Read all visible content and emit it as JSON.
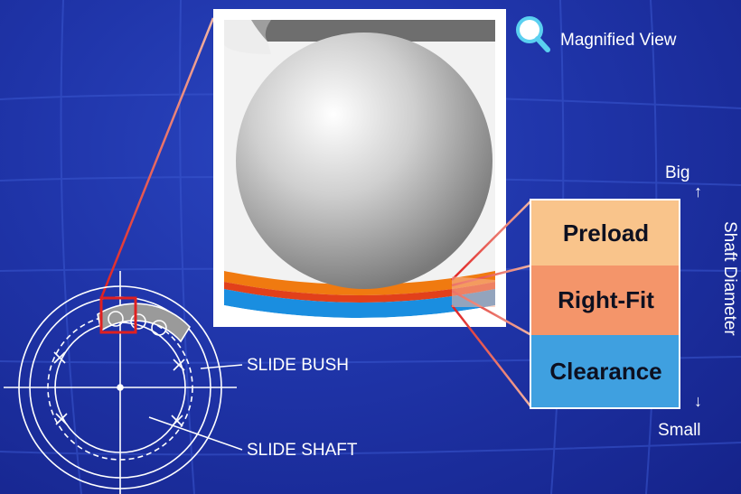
{
  "magnified_view_label": "Magnified View",
  "slide_bush_label": "SLIDE BUSH",
  "slide_shaft_label": "SLIDE SHAFT",
  "scale": {
    "big_label": "Big",
    "small_label": "Small",
    "up_arrow": "↑",
    "down_arrow": "↓",
    "axis_title": "Shaft Diameter"
  },
  "fit_bands": [
    {
      "label": "Preload",
      "color": "#f9c48b"
    },
    {
      "label": "Right-Fit",
      "color": "#f4956a"
    },
    {
      "label": "Clearance",
      "color": "#3fa0e0"
    }
  ],
  "colors": {
    "background": "#1f34a8",
    "highlight": "#e02020",
    "magnifier_icon": "#5ad0f0"
  },
  "icons": {
    "magnifier": "magnifier-icon"
  }
}
